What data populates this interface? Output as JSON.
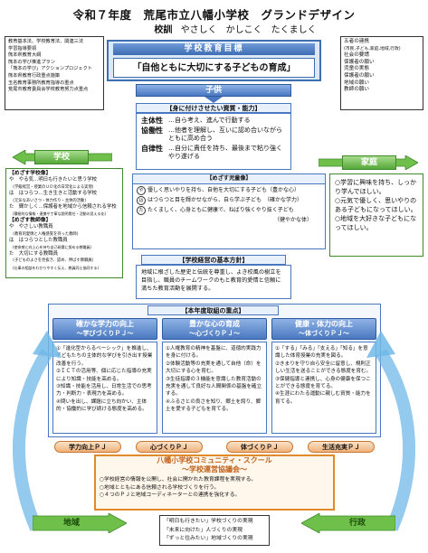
{
  "title": "令和７年度　荒尾市立八幡小学校　グランドデザイン",
  "motto": {
    "label": "校訓",
    "text": "やさしく　かしこく　たくましく"
  },
  "left_list": [
    "教育基本法、学校教育法、関連三法",
    "学習指導要領",
    "熊本県教育大綱",
    "熊本の学び推進プラン",
    "「熊本の学び」アクションプロジェクト",
    "熊本県教育行政重点施策",
    "玉名教育事務所教育指導の重点",
    "荒尾市教育委員会学校教育努力点重点"
  ],
  "right_list": [
    "五者の連携",
    "(市民,子ども,家庭,地域,行政)",
    "社会の要請",
    "保護者の願い",
    "児童の実態",
    "保護者の願い",
    "地域の願い",
    "教師の願い"
  ],
  "goal": {
    "heading": "学校教育目標",
    "text": "「自他ともに大切にする子どもの育成」"
  },
  "child_label": "子供",
  "skills": {
    "heading": "【身に付けさせたい資質・能力】",
    "items": [
      {
        "key": "主体性",
        "desc": "…自ら考え、進んで行動する"
      },
      {
        "key": "協働性",
        "desc": "…他者を理解し、互いに認め合いながらともに高め合う"
      },
      {
        "key": "自律性",
        "desc": "…自分に責任を持ち、最後まで粘り強くやり遂げる"
      }
    ]
  },
  "school_label": "学校",
  "school_box": {
    "h1": "【めざす学校像】",
    "h1_lines": [
      "や　やる気…明日も行きたいと思う学校",
      "　(学級経営・授業のＵＤ化の日常化による実現)",
      "は　はつらつ…生き生きと活動する学校",
      "　(元気なあいさつ・体力作り・主体的活動)",
      "た　輝かしく…保護者を地域から信頼される学校",
      "　(積極的な情報・連携や丁寧な説明責任・活動の見える化)"
    ],
    "h2": "【めざす教師像】",
    "h2_lines": [
      "や　やさしい教職員",
      "　(教育的愛情と人権感覚を持った教師)",
      "は　はつらつとした教職員",
      "　(使命感と向上心を持ち自己研鑽に努める教職員)",
      "た　大切にする教職員",
      "　(子どものよさを見抜き、認め、伸ばす教職員)",
      "　(仕事の相談をわかりやすく伝え、教員同士協同する)"
    ]
  },
  "home_label": "家庭",
  "home_lines": [
    "○学習に興味を持ち、しっかり学んでほしい。",
    "○元気で優しく、思いやりのある子どもになってほしい。",
    "○地域を大好きな子どもになってほしい。"
  ],
  "child_image": {
    "heading": "【めざす児童像】",
    "lines": [
      {
        "mark": "や",
        "text": "優しく思いやりを持ち、自他を大切にする子ども（豊かな心）"
      },
      {
        "mark": "は",
        "text": "はつらつと目を輝かせながら、自ら学ぶ子ども　（確かな学力）"
      },
      {
        "mark": "た",
        "text": "たくましく、心身ともに健康で、ねばり強くやり抜く子ども"
      }
    ],
    "note": "（健やかな体）"
  },
  "policy": {
    "heading": "【学校経営の基本方針】",
    "text": "地域に根ざした歴史と伝統を尊重し、よき校風の樹立を目指し、職員のチームワークのもと教育的愛情と信頼に満ちた教育活動を展開する。"
  },
  "focus_heading": "【本年度取組の重点】",
  "columns": [
    {
      "title": "確かな学力の向上",
      "sub": "〜学びづくりＰＪ〜",
      "lines": [
        "①「進化型からるベーシック」を推進し、子どもたちの主体的な学びを引き出す授業改善を行う。",
        "②ＩＣＴの活用等、個に応じた指導の充実により知識・技能を高める。",
        "③知識・技能を活用し、日常生活での思考力・判断力・表現力を高める。",
        "④問いを出し、課題に立ち向かい、主体的・協働的に学び続ける態度を高める。"
      ]
    },
    {
      "title": "豊かな心の育成",
      "sub": "〜心づくりＰＪ〜",
      "lines": [
        "①人権教育の精神を基盤に、道徳的実践力を身に付ける。",
        "②体験活動等の充実を通して自他（命）を大切にする心を育む。",
        "③生徒指導の３機能を意識した教育活動の充実を通して良好な人間関係の基盤を確立する。",
        "④ふるさとの良さを知り、郷土を誇り、郷土を愛する子どもを育てる。"
      ]
    },
    {
      "title": "健康・体力の向上",
      "sub": "〜体づくりＰＪ〜",
      "lines": [
        "①「する」「みる」「支える」「知る」を意識した体育授業の充実を図る。",
        "②きまりを守り自ら安全に留意し、規則正しい生活を送ることができる態度を育む。",
        "③保健指導と連携し、心身の健康を保つことができる態度を育てる。",
        "④生涯にわたる運動に親しむ資質・能力を育てる。"
      ]
    }
  ],
  "pj_pills": [
    "学力向上ＰＪ",
    "心づくりＰＪ",
    "体づくりＰＪ",
    "生活充実ＰＪ"
  ],
  "community": {
    "line1": "八幡小学校コミュニティ・スクール",
    "line2": "〜学校運営協議会〜",
    "lines": [
      "○学校経営の情報を公開し、社会に開かれた教育課程を実現する。",
      "○地域とともにある信頼される学校づくりを行う。",
      "○４つのＰＪと地域コーディネーターとの連携を強化する。"
    ]
  },
  "region_label": "地域",
  "admin_label": "行政",
  "bottom_lines": [
    "「明日も行きたい」学校づくりの実現",
    "「未来に向けた」人づくりの実現",
    "「ずっと住みたい」地域づくりの実現"
  ]
}
